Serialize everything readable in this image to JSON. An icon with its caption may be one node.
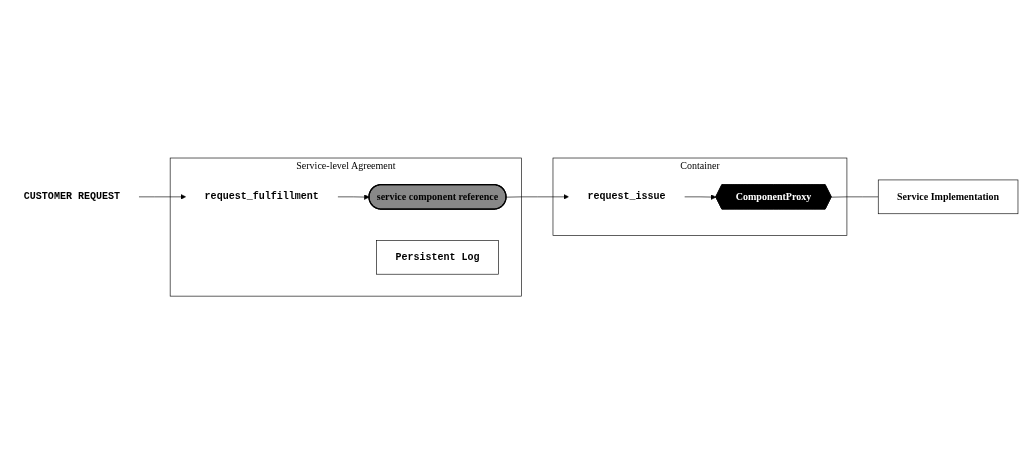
{
  "diagram": {
    "nodes": [
      {
        "text": [
          "CUSTOMER REQUEST"
        ]
      },
      {
        "text": [
          "Service-level Agreement"
        ]
      },
      {
        "text": [
          "request_fulfillment"
        ],
        "in": 1
      },
      {
        "text": [
          "service component reference"
        ],
        "in": 1
      },
      {
        "text": [
          "Persistent Log"
        ],
        "in": 1
      },
      {
        "text": [
          "Container"
        ]
      },
      {
        "text": [
          "request_issue"
        ],
        "in": 5
      },
      {
        "text": [
          "ComponentProxy"
        ],
        "in": 5
      },
      {
        "text": [
          "Service Implementation"
        ]
      }
    ],
    "edges": [
      {
        "from": 0,
        "to": 2,
        "arrow": "to"
      },
      {
        "from": 2,
        "to": 3,
        "arrow": "to"
      },
      {
        "from": 3,
        "to": 6,
        "arrow": "to"
      },
      {
        "from": 6,
        "to": 7,
        "arrow": "to"
      },
      {
        "from": 7,
        "to": 8,
        "arrow": "none"
      }
    ]
  }
}
